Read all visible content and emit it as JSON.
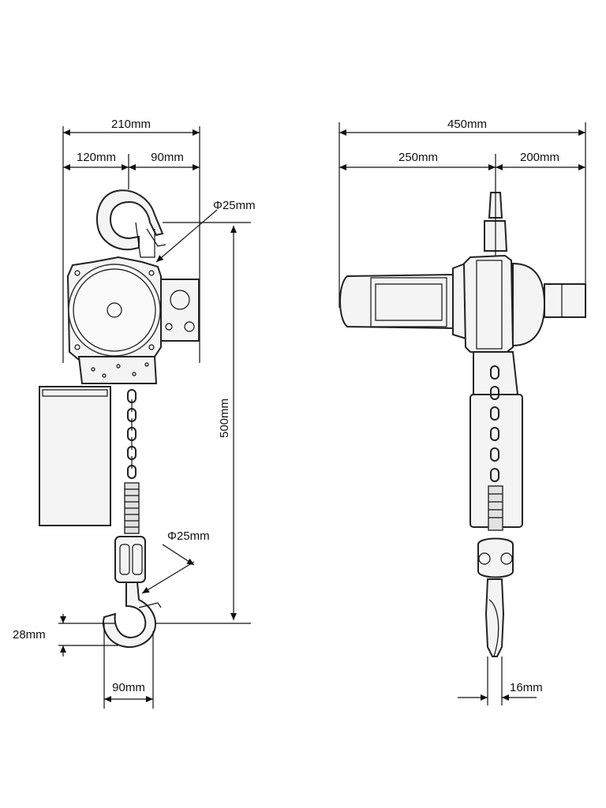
{
  "front_view": {
    "overall_width": "210mm",
    "left_width": "120mm",
    "right_width": "90mm",
    "top_hook_diameter": "Φ25mm",
    "bottom_hook_diameter": "Φ25mm",
    "lift_height": "500mm",
    "hook_opening": "28mm",
    "hook_width": "90mm"
  },
  "side_view": {
    "overall_length": "450mm",
    "left_length": "250mm",
    "right_length": "200mm",
    "hook_thickness": "16mm"
  }
}
